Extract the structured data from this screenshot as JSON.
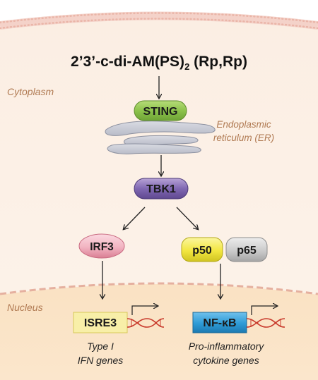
{
  "ligand": {
    "main": "2’3’-c-di-AM(PS)",
    "sub": "2",
    "tail": " (Rp,Rp)"
  },
  "compartments": {
    "cytoplasm": "Cytoplasm",
    "nucleus": "Nucleus"
  },
  "organelle": {
    "line1": "Endoplasmic",
    "line2": "reticulum (ER)"
  },
  "proteins": {
    "sting": "STING",
    "tbk1": "TBK1",
    "irf3": "IRF3",
    "p50": "p50",
    "p65": "p65"
  },
  "genes": {
    "isre3": "ISRE3",
    "nfkb": "NF-κB",
    "type1_line1": "Type I",
    "type1_line2": "IFN genes",
    "proinf_line1": "Pro-inflammatory",
    "proinf_line2": "cytokine genes"
  },
  "colors": {
    "cytoplasm": "#fdf0e4",
    "nucleus": "#fbe3c4",
    "membrane": "#f2c9bf",
    "nuclear_envelope": "#e7b3a4",
    "label_orange": "#b07a52",
    "sting": "#8ac24a",
    "tbk1": "#7e62ad",
    "irf3": "#f2b1c0",
    "p50": "#f4ea4f",
    "p65": "#c8c8c8",
    "isre3": "#f7ec9a",
    "nfkb": "#2e9bd6",
    "dna": "#c8392b"
  }
}
